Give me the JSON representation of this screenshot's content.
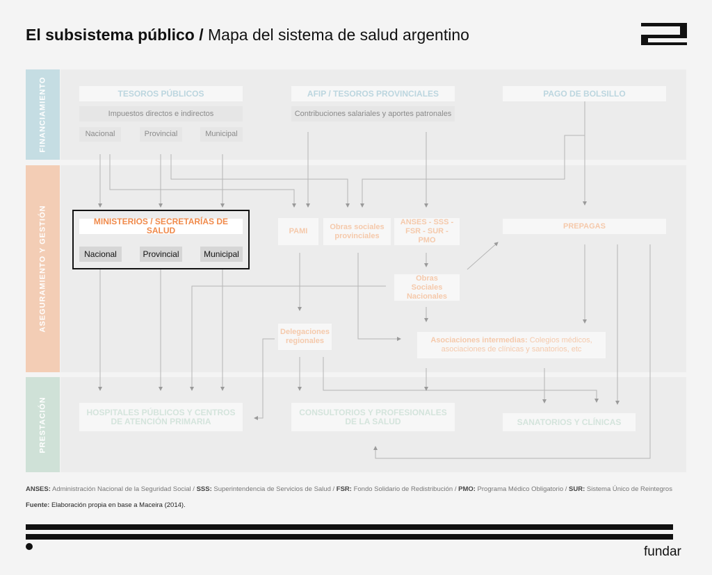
{
  "header": {
    "title_bold": "El subsistema público /",
    "title_rest": " Mapa del sistema de salud argentino"
  },
  "bands": {
    "financiamiento": "FINANCIAMIENTO",
    "aseguramiento": "ASEGURAMIENTO Y GESTIÓN",
    "prestacion": "PRESTACIÓN"
  },
  "financiamiento": {
    "tesoros": "TESOROS PÚBLICOS",
    "impuestos": "Impuestos directos e indirectos",
    "nacional": "Nacional",
    "provincial": "Provincial",
    "municipal": "Municipal",
    "afip": "AFIP / TESOROS PROVINCIALES",
    "contribuciones": "Contribuciones salariales y aportes patronales",
    "bolsillo": "PAGO DE BOLSILLO"
  },
  "aseguramiento": {
    "ministerios": "MINISTERIOS / SECRETARÍAS DE SALUD",
    "nacional": "Nacional",
    "provincial": "Provincial",
    "municipal": "Municipal",
    "pami": "PAMI",
    "obras_prov": "Obras sociales provinciales",
    "anses": "ANSES - SSS - FSR - SUR - PMO",
    "prepagas": "PREPAGAS",
    "obras_nac": "Obras Sociales Nacionales",
    "delegaciones": "Delegaciones regionales",
    "asoc_bold": "Asociaciones intermedias:",
    "asoc_rest": " Colegios médicos, asociaciones de clínicas y sanatorios, etc"
  },
  "prestacion": {
    "hospitales": "HOSPITALES PÚBLICOS Y CENTROS DE ATENCIÓN PRIMARIA",
    "consultorios": "CONSULTORIOS Y PROFESIONALES DE LA SALUD",
    "sanatorios": "SANATORIOS Y CLÍNICAS"
  },
  "footer": {
    "glossary": [
      {
        "k": "ANSES:",
        "v": " Administración Nacional de la Seguridad Social / "
      },
      {
        "k": "SSS:",
        "v": " Superintendencia de Servicios de Salud / "
      },
      {
        "k": "FSR:",
        "v": " Fondo Solidario de Redistribución / "
      },
      {
        "k": "PMO:",
        "v": " Programa Médico Obligatorio / "
      },
      {
        "k": "SUR:",
        "v": " Sistema Único de Reintegros"
      }
    ],
    "source_label": "Fuente:",
    "source_text": " Elaboración propia en base a Maceira (2014).",
    "brand": "fundar"
  },
  "colors": {
    "blue_band": "#c5dde3",
    "orange_band": "#f3cdb5",
    "green_band": "#cfe1d7",
    "accent": "#f08a4b"
  }
}
